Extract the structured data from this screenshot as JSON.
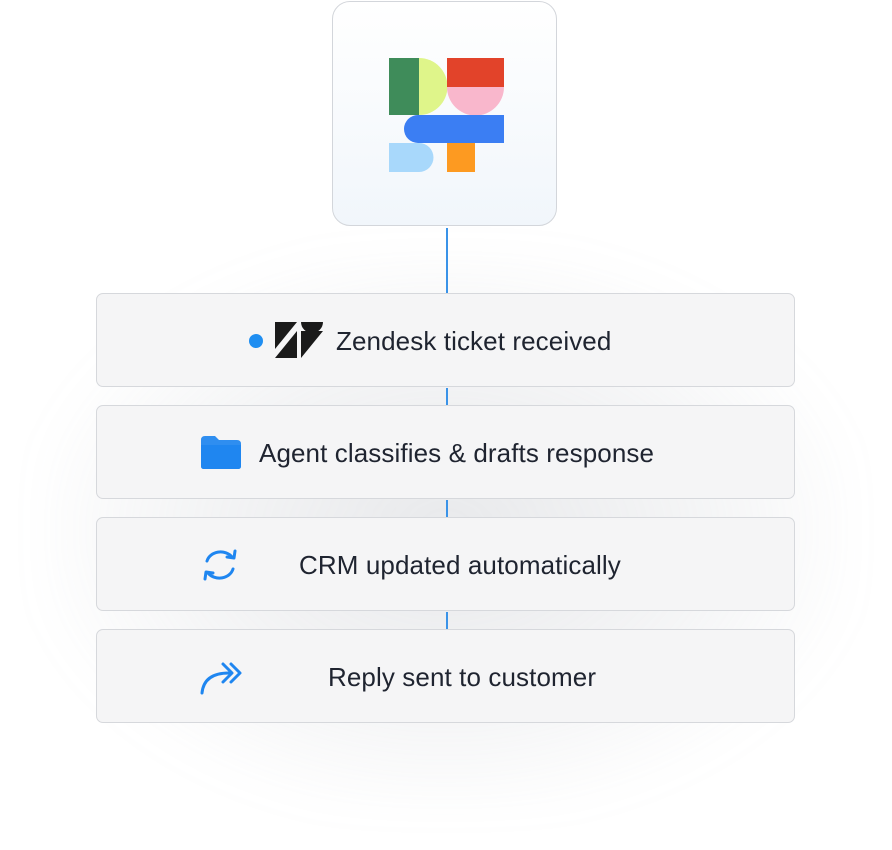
{
  "logo": {
    "icon": "brand-logo-icon",
    "colors": {
      "green": "#3f8c5a",
      "lime": "#dff58a",
      "red": "#e2432a",
      "pink": "#f9b7cc",
      "blue": "#3b7ef3",
      "light_blue": "#a8d8fb",
      "orange": "#fd9a21"
    }
  },
  "accent_color": "#1f8ef1",
  "steps": [
    {
      "label": "Zendesk ticket received",
      "icon": "zendesk-icon",
      "status": "active"
    },
    {
      "label": "Agent classifies & drafts response",
      "icon": "folder-icon"
    },
    {
      "label": "CRM updated automatically",
      "icon": "sync-icon"
    },
    {
      "label": "Reply sent to customer",
      "icon": "forward-arrow-icon"
    }
  ]
}
